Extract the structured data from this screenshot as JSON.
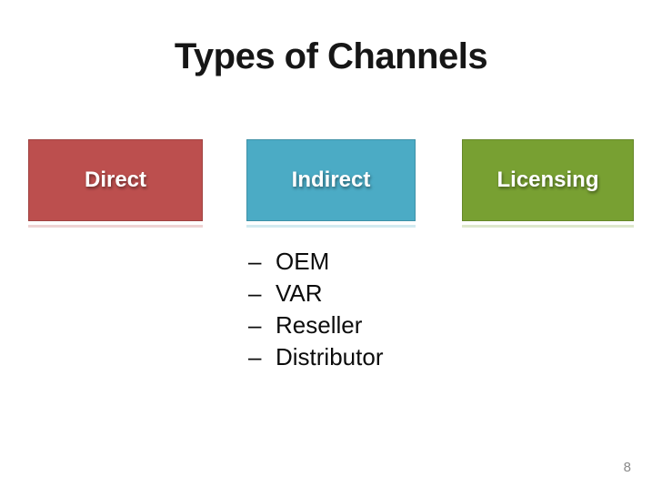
{
  "slide": {
    "title": "Types of Channels",
    "page_number": "8",
    "boxes": [
      {
        "label": "Direct",
        "color": "#BC4F4E"
      },
      {
        "label": "Indirect",
        "color": "#4BABC5"
      },
      {
        "label": "Licensing",
        "color": "#78A032"
      }
    ],
    "bullets": {
      "marker": "–",
      "items": [
        "OEM",
        "VAR",
        "Reseller",
        "Distributor"
      ]
    }
  }
}
